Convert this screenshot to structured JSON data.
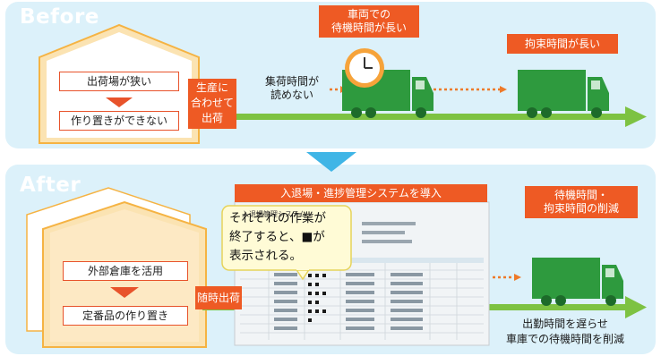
{
  "colors": {
    "panel": "#dcf1fa",
    "orange": "#ee5a24",
    "green": "#2e9a3e",
    "arrow_green": "#7dc242",
    "warehouse_fill": "#fbe3b2",
    "warehouse_edge": "#f5b343",
    "divider": "#3fb5e6"
  },
  "before": {
    "title": "Before",
    "warehouse_top": "出荷場が狭い",
    "warehouse_bottom": "作り置きができない",
    "ship_label": "生産に\n合わせて\n出荷",
    "collection_note": "集荷時間が\n読めない",
    "wait_label": "車両での\n待機時間が長い",
    "bound_label": "拘束時間が長い"
  },
  "after": {
    "title": "After",
    "system_banner": "入退場・進捗管理システムを導入",
    "callout": "それぞれの作業が\n終了すると、■が\n表示される。",
    "warehouse_top": "外部倉庫を活用",
    "warehouse_bottom": "定番品の作り置き",
    "ship_label": "随時出荷",
    "result_label": "待機時間・\n拘束時間の削減",
    "result_note": "出勤時間を遅らせ\n車庫での待機時間を削減",
    "screen_title": "入退場管理システム"
  },
  "icons": [
    "clock-icon",
    "truck-icon",
    "arrow-icon",
    "house-icon"
  ]
}
